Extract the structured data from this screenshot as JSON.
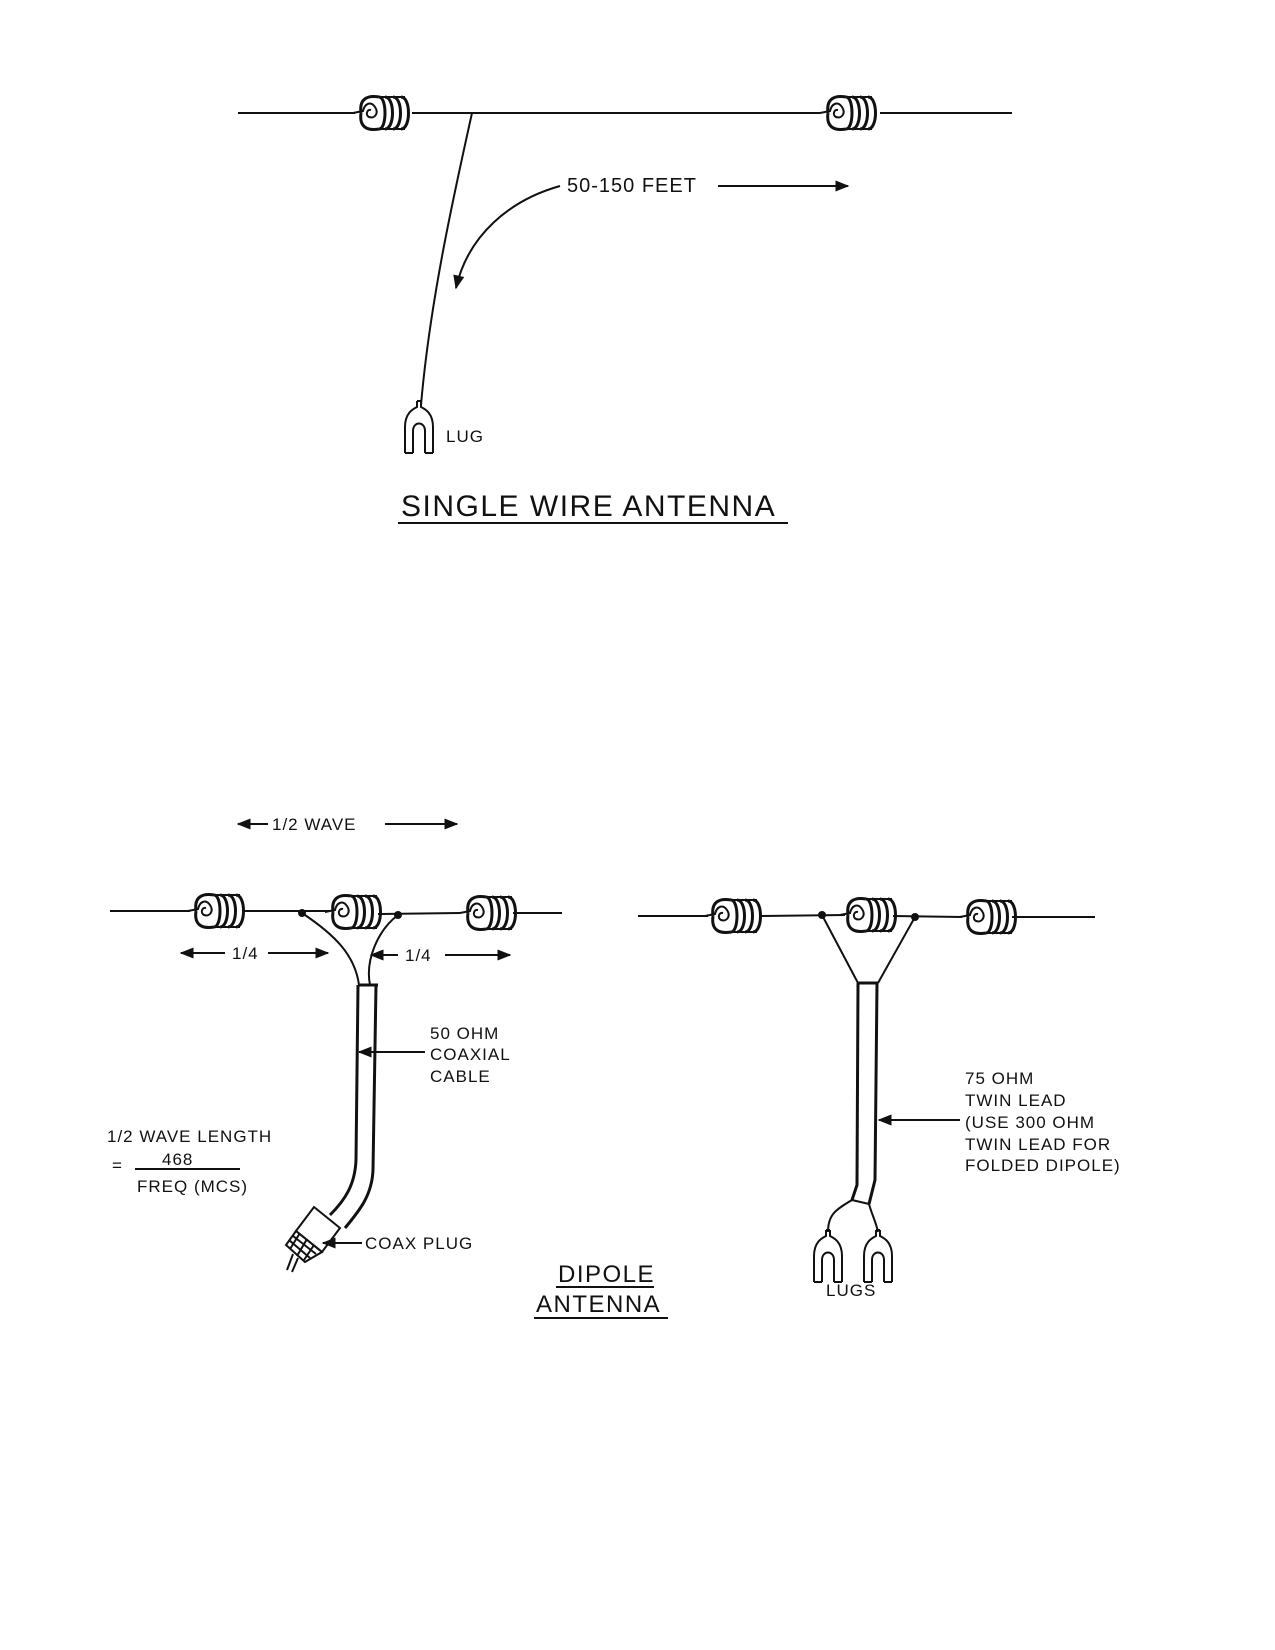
{
  "single_wire": {
    "length_label": "50-150 FEET",
    "lug_label": "LUG",
    "title": "SINGLE WIRE ANTENNA"
  },
  "dipole": {
    "half_wave_label": "1/2 WAVE",
    "quarter_left": "1/4",
    "quarter_right": "1/4",
    "coax_label": [
      "50 OHM",
      "COAXIAL",
      "CABLE"
    ],
    "formula": {
      "line1": "1/2 WAVE LENGTH",
      "equals": "=",
      "numerator": "468",
      "denominator": "FREQ (MCS)"
    },
    "coax_plug_label": "COAX PLUG",
    "title": [
      "DIPOLE",
      "ANTENNA"
    ],
    "twin_lead_label": [
      "75 OHM",
      "TWIN LEAD",
      "(USE 300 OHM",
      "TWIN LEAD FOR",
      "FOLDED DIPOLE)"
    ],
    "lugs_label": "LUGS"
  }
}
